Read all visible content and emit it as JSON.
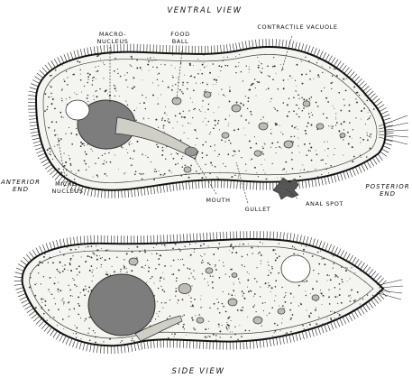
{
  "diagram": {
    "titles": {
      "top": "VENTRAL VIEW",
      "bottom": "SIDE VIEW"
    },
    "labels": {
      "macronucleus": "MACRO-\nNUCLEUS",
      "food_ball": "FOOD\nBALL",
      "contractile_vacuole": "CONTRACTILE VACUOLE",
      "anterior_end": "ANTERIOR\nEND",
      "micronucleus": "MICRO-\nNUCLEUS",
      "mouth": "MOUTH",
      "gullet": "GULLET",
      "anal_spot": "ANAL SPOT",
      "posterior_end": "POSTERIOR\nEND"
    }
  }
}
